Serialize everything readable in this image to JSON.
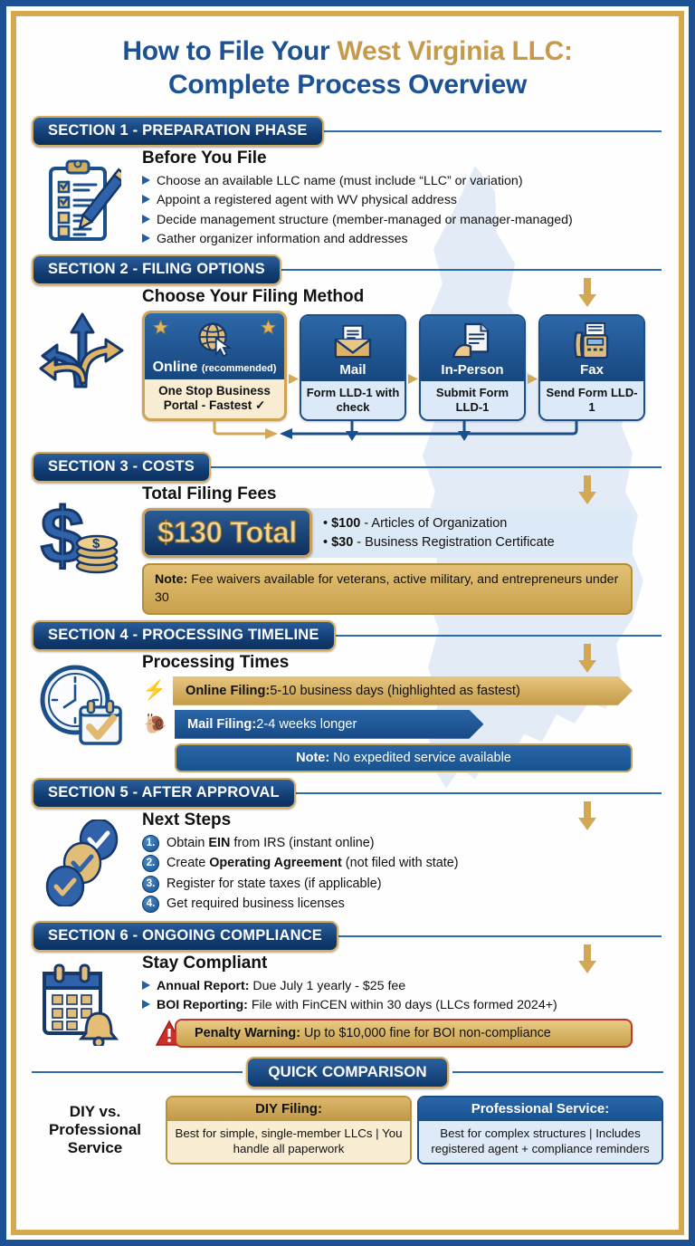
{
  "title": {
    "line1_a": "How to File Your ",
    "line1_b": "West Virginia LLC:",
    "line2": "Complete Process Overview"
  },
  "sections": [
    {
      "badge": "SECTION 1 - PREPARATION PHASE",
      "icon": "clipboard-checklist-icon",
      "heading": "Before You File",
      "bullets": [
        "Choose an available LLC name (must include “LLC” or variation)",
        "Appoint a registered agent with WV physical address",
        "Decide management structure (member-managed or manager-managed)",
        "Gather organizer information and addresses"
      ]
    },
    {
      "badge": "SECTION 2 - FILING OPTIONS",
      "icon": "branching-arrows-icon",
      "heading": "Choose Your Filing Method",
      "methods": [
        {
          "name": "Online",
          "qualifier": "(recommended)",
          "detail": "One Stop Business Portal - Fastest ✓",
          "icon": "globe-cursor-icon",
          "featured": true
        },
        {
          "name": "Mail",
          "qualifier": "",
          "detail": "Form LLD-1 with check",
          "icon": "envelope-icon",
          "featured": false
        },
        {
          "name": "In-Person",
          "qualifier": "",
          "detail": "Submit Form LLD-1",
          "icon": "hand-document-icon",
          "featured": false
        },
        {
          "name": "Fax",
          "qualifier": "",
          "detail": "Send Form LLD-1",
          "icon": "fax-machine-icon",
          "featured": false
        }
      ]
    },
    {
      "badge": "SECTION 3 - COSTS",
      "icon": "dollar-coins-icon",
      "heading": "Total Filing Fees",
      "total_badge": "$130 Total",
      "fee_items": [
        {
          "amount": "$100",
          "label": " - Articles of Organization"
        },
        {
          "amount": "$30",
          "label": " - Business Registration Certificate"
        }
      ],
      "note_label": "Note:",
      "note_text": " Fee waivers available for veterans, active military, and entrepreneurs under 30"
    },
    {
      "badge": "SECTION 4 - PROCESSING TIMELINE",
      "icon": "clock-calendar-icon",
      "heading": "Processing Times",
      "timeline": [
        {
          "emoji": "⚡",
          "emoji_name": "lightning-bolt-icon",
          "label": "Online Filing:",
          "text": " 5-10 business days (highlighted as fastest)",
          "style": "gold"
        },
        {
          "emoji": "🐌",
          "emoji_name": "snail-icon",
          "label": "Mail Filing:",
          "text": " 2-4 weeks longer",
          "style": "blue"
        }
      ],
      "note_label": "Note:",
      "note_text": " No expedited service available"
    },
    {
      "badge": "SECTION 5 - AFTER APPROVAL",
      "icon": "checkmark-chain-icon",
      "heading": "Next Steps",
      "steps": [
        {
          "num": "1.",
          "pre": "Obtain ",
          "bold": "EIN",
          "post": " from IRS (instant online)"
        },
        {
          "num": "2.",
          "pre": "Create ",
          "bold": "Operating Agreement",
          "post": " (not filed with state)"
        },
        {
          "num": "3.",
          "pre": "Register for state taxes (if applicable)",
          "bold": "",
          "post": ""
        },
        {
          "num": "4.",
          "pre": "Get required business licenses",
          "bold": "",
          "post": ""
        }
      ]
    },
    {
      "badge": "SECTION 6 - ONGOING COMPLIANCE",
      "icon": "calendar-bell-icon",
      "heading": "Stay Compliant",
      "bullets": [
        {
          "bold": "Annual Report:",
          "text": " Due July 1 yearly - $25 fee"
        },
        {
          "bold": "BOI Reporting:",
          "text": " File with FinCEN within 30 days (LLCs formed 2024+)"
        }
      ],
      "warning_label": "Penalty Warning:",
      "warning_text": " Up to $10,000 fine for BOI non-compliance"
    }
  ],
  "comparison": {
    "badge": "QUICK COMPARISON",
    "label": "DIY vs. Professional Service",
    "columns": [
      {
        "header": "DIY Filing:",
        "text": "Best for simple, single-member LLCs | You handle all paperwork"
      },
      {
        "header": "Professional Service:",
        "text": "Best for complex structures | Includes registered agent + compliance reminders"
      }
    ]
  },
  "colors": {
    "brand_blue": "#1c5293",
    "brand_gold": "#c79a4b",
    "navy": "#0f2f5e",
    "light_blue": "#dceaf7",
    "warning_red": "#c0392b"
  }
}
